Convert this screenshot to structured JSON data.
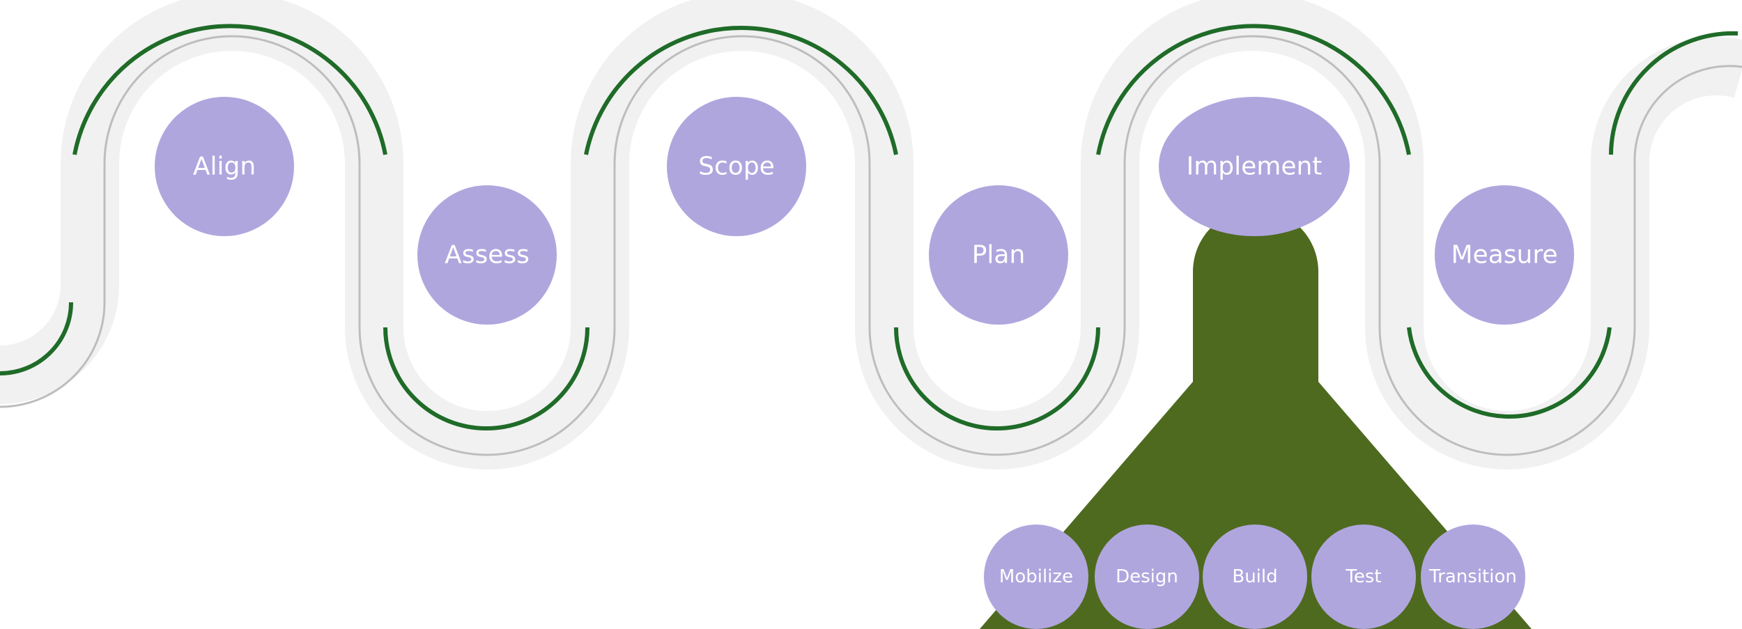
{
  "diagram": {
    "colors": {
      "road": "#f1f1f1",
      "lane_line": "#bdbdbd",
      "edge_accent": "#1f6b28",
      "funnel": "#4e6a1f",
      "node_fill": "#b0a6de",
      "node_text": "#ffffff"
    },
    "main_steps": [
      {
        "id": "align",
        "label": "Align"
      },
      {
        "id": "assess",
        "label": "Assess"
      },
      {
        "id": "scope",
        "label": "Scope"
      },
      {
        "id": "plan",
        "label": "Plan"
      },
      {
        "id": "implement",
        "label": "Implement"
      },
      {
        "id": "measure",
        "label": "Measure"
      }
    ],
    "implement_substeps": [
      {
        "id": "mobilize",
        "label": "Mobilize"
      },
      {
        "id": "design",
        "label": "Design"
      },
      {
        "id": "build",
        "label": "Build"
      },
      {
        "id": "test",
        "label": "Test"
      },
      {
        "id": "transition",
        "label": "Transition"
      }
    ]
  }
}
